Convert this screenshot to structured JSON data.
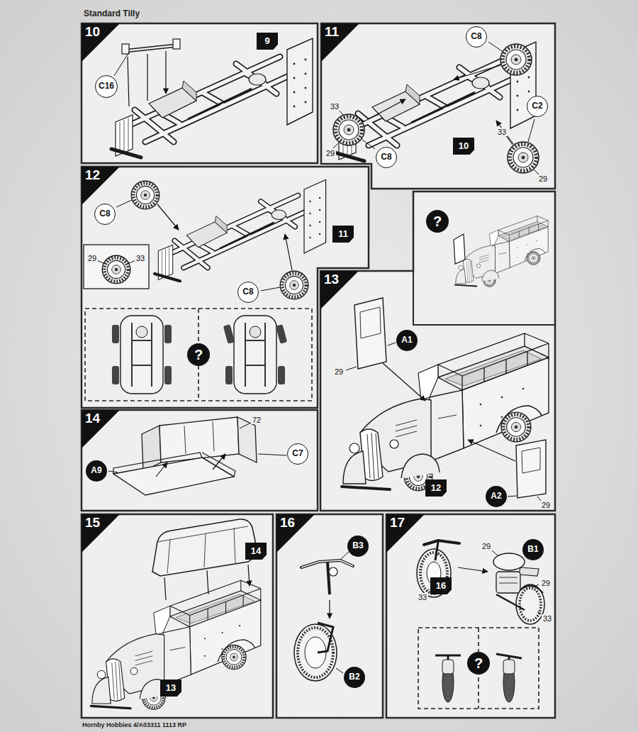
{
  "diagram": {
    "title": "Standard Tilly",
    "caption": "Hornby Hobbies 4/A03311 1113 RP",
    "nodes": [
      {
        "text": [
          "10"
        ]
      },
      {
        "text": [
          "9"
        ],
        "in": 0
      },
      {
        "text": [
          "C16"
        ],
        "in": 0
      },
      {
        "text": [
          "11"
        ]
      },
      {
        "text": [
          "C8"
        ],
        "in": 3
      },
      {
        "text": [
          "C2"
        ],
        "in": 3
      },
      {
        "text": [
          "C8"
        ],
        "in": 3
      },
      {
        "text": [
          "10"
        ],
        "in": 3
      },
      {
        "text": [
          "12"
        ]
      },
      {
        "text": [
          "C8"
        ],
        "in": 8
      },
      {
        "text": [
          "11"
        ],
        "in": 8
      },
      {
        "text": [
          "C8"
        ],
        "in": 8
      },
      {
        "text": [
          "?"
        ],
        "in": 8
      },
      {
        "text": [
          "13"
        ]
      },
      {
        "text": [
          "?"
        ],
        "in": 13
      },
      {
        "text": [
          "A1"
        ],
        "in": 13
      },
      {
        "text": [
          "12"
        ],
        "in": 13
      },
      {
        "text": [
          "A2"
        ],
        "in": 13
      },
      {
        "text": [
          "14"
        ]
      },
      {
        "text": [
          "A9"
        ],
        "in": 18
      },
      {
        "text": [
          "C7"
        ],
        "in": 18
      },
      {
        "text": [
          "15"
        ]
      },
      {
        "text": [
          "14"
        ],
        "in": 21
      },
      {
        "text": [
          "13"
        ],
        "in": 21
      },
      {
        "text": [
          "16"
        ]
      },
      {
        "text": [
          "B3"
        ],
        "in": 24
      },
      {
        "text": [
          "B2"
        ],
        "in": 24
      },
      {
        "text": [
          "17"
        ]
      },
      {
        "text": [
          "B1"
        ],
        "in": 27
      },
      {
        "text": [
          "16"
        ],
        "in": 27
      },
      {
        "text": [
          "?"
        ],
        "in": 27
      }
    ],
    "labels": [
      "33",
      "29",
      "33",
      "29",
      "29",
      "33",
      "29",
      "29",
      "72",
      "29",
      "29",
      "33",
      "33"
    ]
  }
}
